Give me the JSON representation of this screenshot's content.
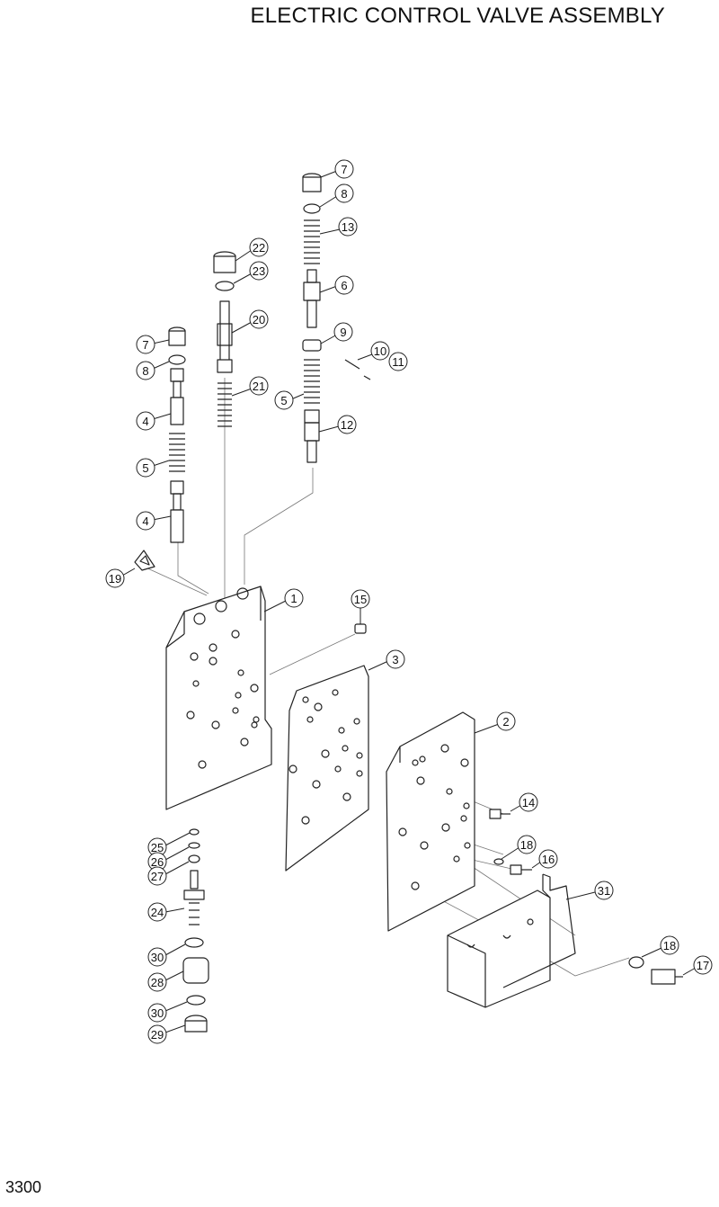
{
  "title": "ELECTRIC CONTROL VALVE ASSEMBLY",
  "page_number": "3300",
  "callouts": [
    "7",
    "8",
    "13",
    "6",
    "9",
    "10",
    "11",
    "5",
    "12",
    "22",
    "23",
    "20",
    "21",
    "7",
    "8",
    "4",
    "5",
    "4",
    "19",
    "1",
    "15",
    "3",
    "2",
    "14",
    "18",
    "16",
    "31",
    "18",
    "17",
    "25",
    "26",
    "27",
    "24",
    "30",
    "28",
    "30",
    "29"
  ]
}
